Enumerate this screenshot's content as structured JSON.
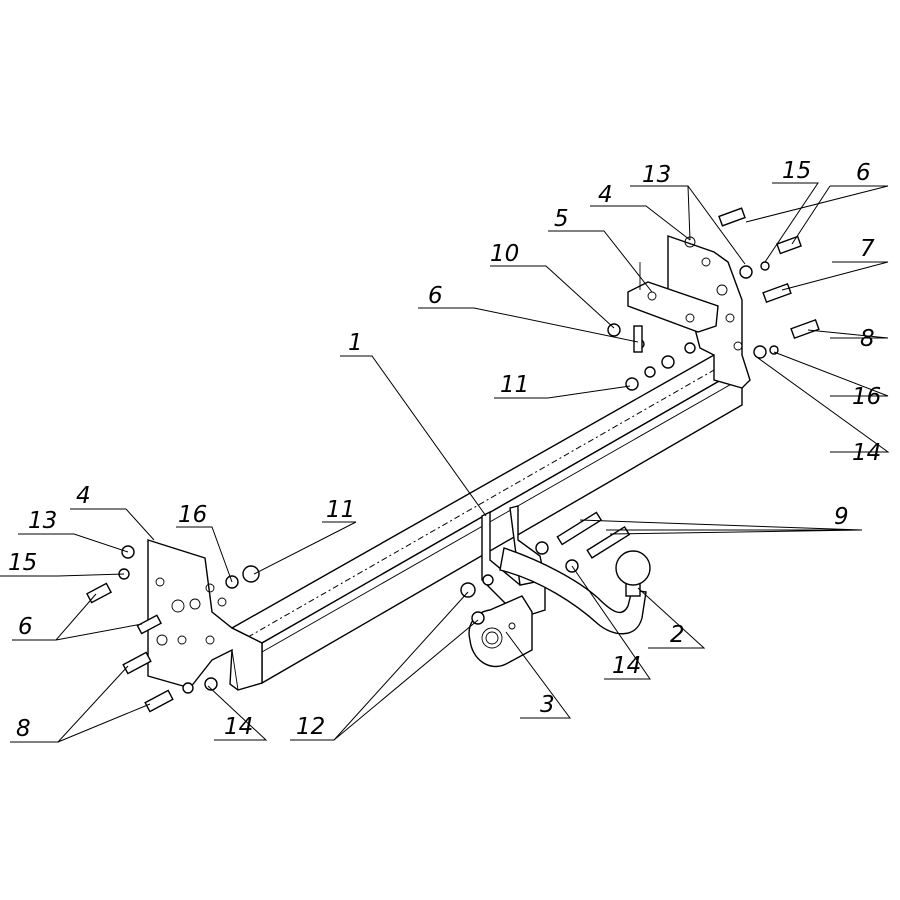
{
  "figure": "tow-hitch-exploded-assembly-drawing",
  "callouts": [
    {
      "id": "c-13-right",
      "label": "13"
    },
    {
      "id": "c-15-right",
      "label": "15"
    },
    {
      "id": "c-6-right-top",
      "label": "6"
    },
    {
      "id": "c-4-right",
      "label": "4"
    },
    {
      "id": "c-5",
      "label": "5"
    },
    {
      "id": "c-7",
      "label": "7"
    },
    {
      "id": "c-10",
      "label": "10"
    },
    {
      "id": "c-8-right",
      "label": "8"
    },
    {
      "id": "c-6-center",
      "label": "6"
    },
    {
      "id": "c-1",
      "label": "1"
    },
    {
      "id": "c-11-right",
      "label": "11"
    },
    {
      "id": "c-16-right",
      "label": "16"
    },
    {
      "id": "c-14-right",
      "label": "14"
    },
    {
      "id": "c-9",
      "label": "9"
    },
    {
      "id": "c-4-left",
      "label": "4"
    },
    {
      "id": "c-13-left",
      "label": "13"
    },
    {
      "id": "c-16-left",
      "label": "16"
    },
    {
      "id": "c-11-left",
      "label": "11"
    },
    {
      "id": "c-15-left",
      "label": "15"
    },
    {
      "id": "c-6-left",
      "label": "6"
    },
    {
      "id": "c-2",
      "label": "2"
    },
    {
      "id": "c-14-center",
      "label": "14"
    },
    {
      "id": "c-8-left",
      "label": "8"
    },
    {
      "id": "c-12",
      "label": "12"
    },
    {
      "id": "c-14-left",
      "label": "14"
    },
    {
      "id": "c-3",
      "label": "3"
    }
  ]
}
